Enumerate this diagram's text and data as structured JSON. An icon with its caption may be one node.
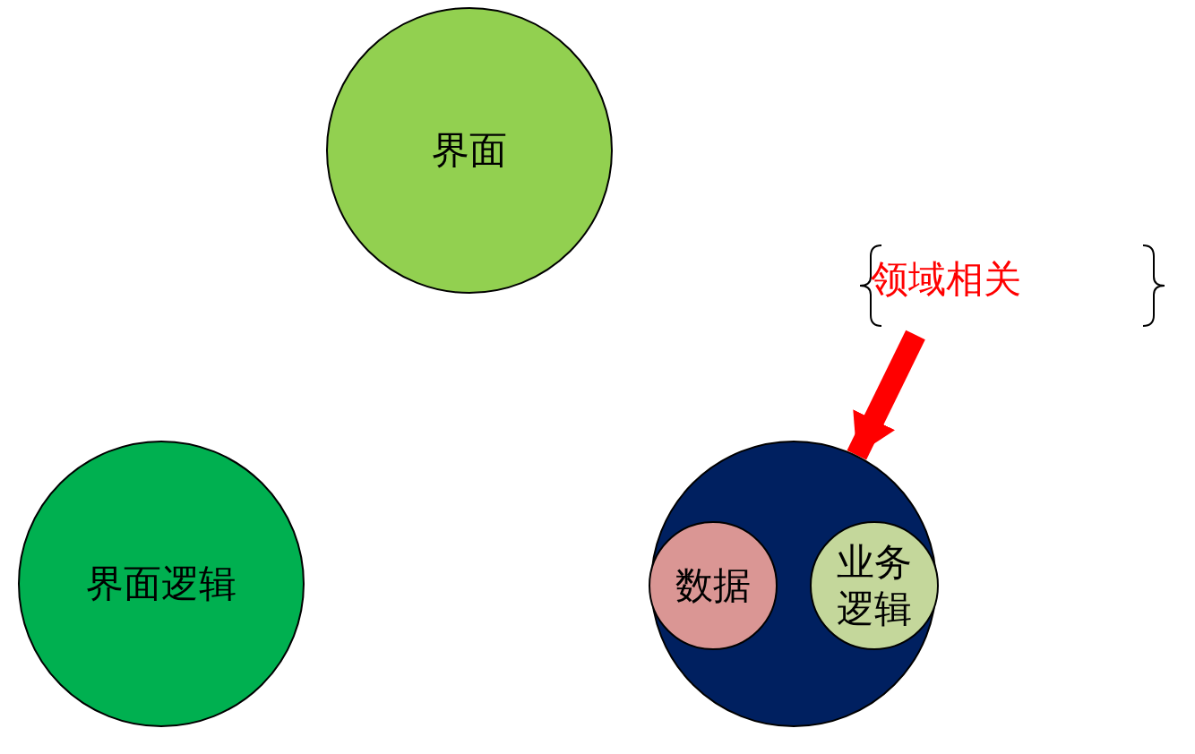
{
  "diagram": {
    "nodes": [
      {
        "text": [
          "界面"
        ]
      },
      {
        "text": [
          "界面逻辑"
        ]
      },
      {
        "text": [],
        "shape": "circle"
      },
      {
        "text": [
          "数据"
        ],
        "in": 2
      },
      {
        "text": [
          "业务逻辑"
        ],
        "in": 2
      },
      {
        "text": [
          "领域相关"
        ]
      }
    ],
    "edges": [
      {
        "from": 5,
        "to": 2,
        "arrow": "to",
        "color": "#ff0000"
      }
    ]
  }
}
